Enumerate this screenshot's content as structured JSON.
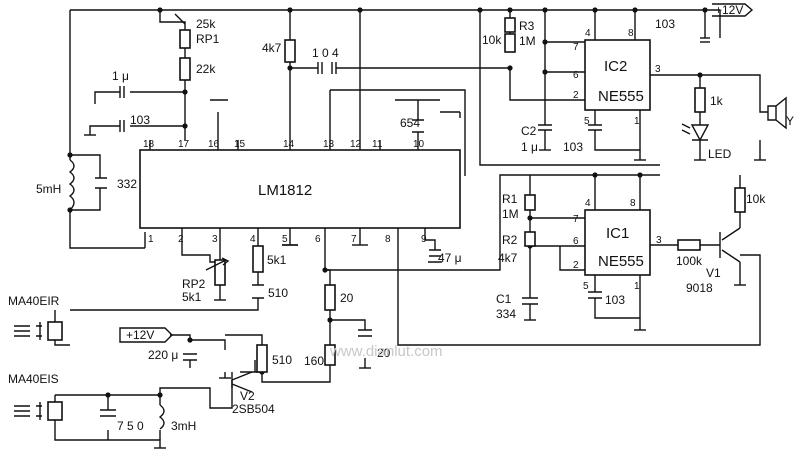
{
  "supply": "+12V",
  "ics": {
    "lm1812": "LM1812",
    "ic2_name": "IC2",
    "ic2_part": "NE555",
    "ic1_name": "IC1",
    "ic1_part": "NE555"
  },
  "lm1812_pins": {
    "p1": "1",
    "p2": "2",
    "p3": "3",
    "p4": "4",
    "p5": "5",
    "p6": "6",
    "p7": "7",
    "p8": "8",
    "p9": "9",
    "p10": "10",
    "p11": "11",
    "p12": "12",
    "p13": "13",
    "p14": "14",
    "p15": "15",
    "p16": "16",
    "p17": "17",
    "p18": "18"
  },
  "ic2_pins": {
    "p4": "4",
    "p8": "8",
    "p7": "7",
    "p6": "6",
    "p2": "2",
    "p5": "5",
    "p1": "1",
    "p3": "3"
  },
  "ic1_pins": {
    "p4": "4",
    "p8": "8",
    "p7": "7",
    "p6": "6",
    "p2": "2",
    "p5": "5",
    "p1": "1",
    "p3": "3"
  },
  "components": {
    "rp1_val": "25k",
    "rp1_name": "RP1",
    "r22k": "22k",
    "c1u": "1 μ",
    "c103a": "103",
    "r4k7": "4k7",
    "c104": "1 0 4",
    "c654": "654",
    "l5mh": "5mH",
    "c332": "332",
    "c47u": "47 μ",
    "rp2_name": "RP2",
    "rp2_val": "5k1",
    "r5k1": "5k1",
    "c510": "510",
    "r20": "20",
    "r160": "160",
    "c20": "20",
    "r10k_top": "10k",
    "r3_name": "R3",
    "r3_val": "1M",
    "c103_top": "103",
    "c2_name": "C2",
    "c2_val": "1 μ",
    "c103_ic2": "103",
    "r1k": "1k",
    "led": "LED",
    "spk": "Y",
    "r1_name": "R1",
    "r1_val": "1M",
    "r2_name": "R2",
    "r2_val": "4k7",
    "c1_name": "C1",
    "c1_val": "334",
    "c103_ic1": "103",
    "r100k": "100k",
    "r10k_v1": "10k",
    "v1": "V1",
    "t9018": "9018",
    "ma40eir": "MA40EIR",
    "ma40eis": "MA40EIS",
    "c220u": "220 μ",
    "plus12": "+12V",
    "r510": "510",
    "v2": "V2",
    "t2sb504": "2SB504",
    "c750": "7 5 0",
    "l3mh": "3mH"
  },
  "watermark": "www.dianlut.com"
}
